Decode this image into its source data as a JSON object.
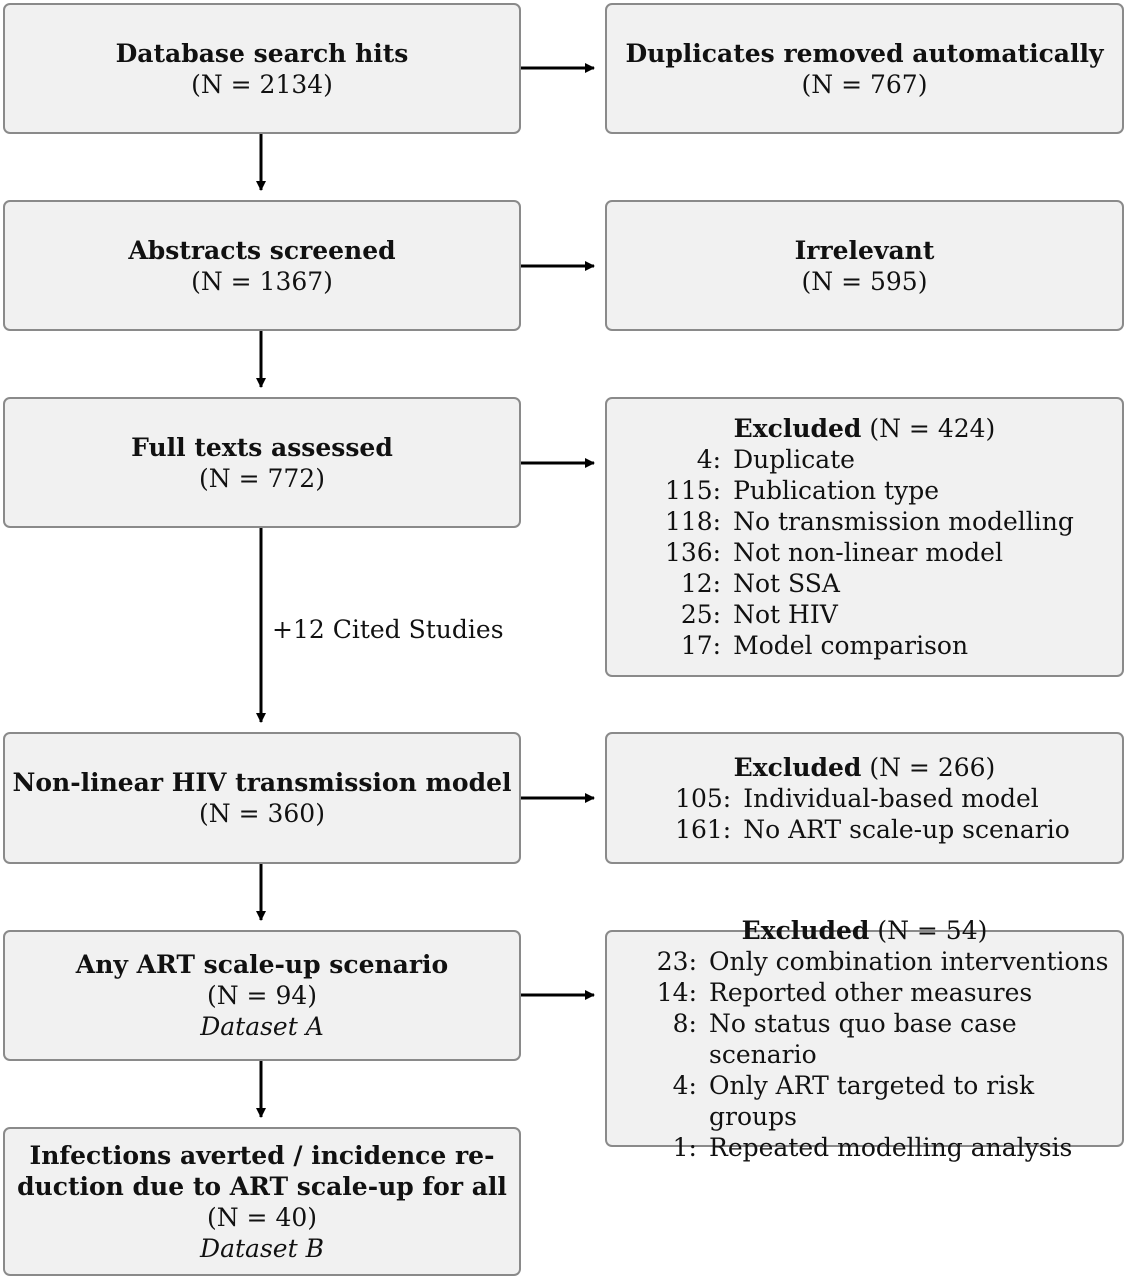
{
  "left_boxes": [
    {
      "title": "Database search hits",
      "count": "(N = 2134)"
    },
    {
      "title": "Abstracts screened",
      "count": "(N = 1367)"
    },
    {
      "title": "Full texts assessed",
      "count": "(N = 772)"
    },
    {
      "title": "Non-linear HIV transmission model",
      "count": "(N = 360)"
    },
    {
      "title": "Any ART scale-up scenario",
      "count": "(N = 94)",
      "dataset": "Dataset A"
    },
    {
      "title_line1": "Infections averted / incidence re-",
      "title_line2": "duction due to ART scale-up for all",
      "count": "(N = 40)",
      "dataset": "Dataset B"
    }
  ],
  "right_boxes": {
    "duplicates": {
      "title": "Duplicates removed automatically",
      "count": "(N = 767)"
    },
    "irrelevant": {
      "title": "Irrelevant",
      "count": "(N = 595)"
    },
    "excluded_1": {
      "label": "Excluded",
      "count": "(N = 424)",
      "items": [
        {
          "n": "4:",
          "reason": "Duplicate"
        },
        {
          "n": "115:",
          "reason": "Publication type"
        },
        {
          "n": "118:",
          "reason": "No transmission modelling"
        },
        {
          "n": "136:",
          "reason": "Not non-linear model"
        },
        {
          "n": "12:",
          "reason": "Not SSA"
        },
        {
          "n": "25:",
          "reason": "Not HIV"
        },
        {
          "n": "17:",
          "reason": "Model comparison"
        }
      ]
    },
    "excluded_2": {
      "label": "Excluded",
      "count": "(N = 266)",
      "items": [
        {
          "n": "105:",
          "reason": "Individual-based model"
        },
        {
          "n": "161:",
          "reason": "No ART scale-up scenario"
        }
      ]
    },
    "excluded_3": {
      "label": "Excluded",
      "count": "(N = 54)",
      "items": [
        {
          "n": "23:",
          "reason": "Only combination interventions"
        },
        {
          "n": "14:",
          "reason": "Reported other measures"
        },
        {
          "n": "8:",
          "reason": "No status quo base case scenario"
        },
        {
          "n": "4:",
          "reason": "Only ART targeted to risk groups"
        },
        {
          "n": "1:",
          "reason": "Repeated modelling analysis"
        }
      ]
    }
  },
  "cited_label": "+12 Cited Studies"
}
